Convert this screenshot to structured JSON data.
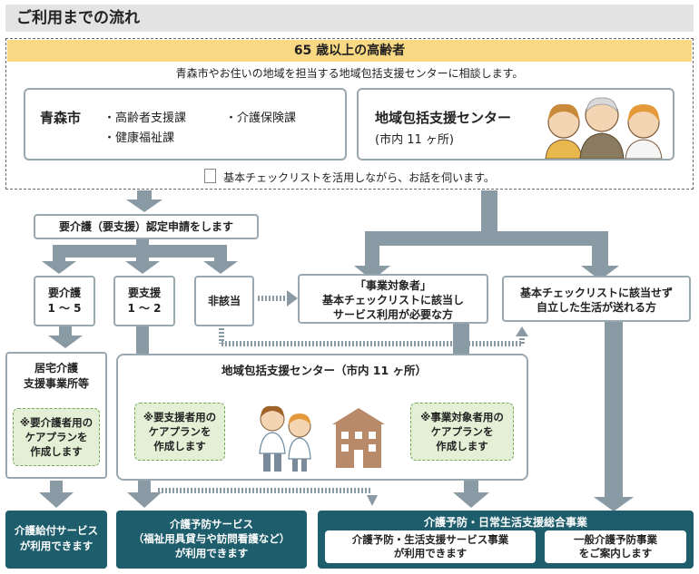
{
  "header": {
    "title": "ご利用までの流れ"
  },
  "top": {
    "band": "65 歳以上の高齢者",
    "subtext": "青森市やお住いの地域を担当する地域包括支援センターに相談します。",
    "city": {
      "name": "青森市",
      "items": [
        "・高齢者支援課",
        "・介護保険課",
        "・健康福祉課"
      ]
    },
    "center": {
      "name": "地域包括支援センター",
      "count": "(市内 11 ヶ所)"
    },
    "checklist_note": "基本チェックリストを活用しながら、お話を伺います。"
  },
  "flow": {
    "application": "要介護（要支援）認定申請をします",
    "care_need": [
      "要介護",
      "1 ～ 5"
    ],
    "support_need": [
      "要支援",
      "1 ～ 2"
    ],
    "not_applicable": "非該当",
    "target": [
      "「事業対象者」",
      "基本チェックリストに該当し",
      "サービス利用が必要な方"
    ],
    "independent": [
      "基本チェックリストに該当せず",
      "自立した生活が送れる方"
    ],
    "home_care_office": [
      "居宅介護",
      "支援事業所等"
    ],
    "care_plan_care": [
      "※要介護者用の",
      "ケアプランを",
      "作成します"
    ],
    "center_title": "地域包括支援センター（市内 11 ヶ所）",
    "care_plan_support": [
      "※要支援者用の",
      "ケアプランを",
      "作成します"
    ],
    "care_plan_target": [
      "※事業対象者用の",
      "ケアプランを",
      "作成します"
    ]
  },
  "services": {
    "benefit": [
      "介護給付サービス",
      "が利用できます"
    ],
    "prevention": [
      "介護予防サービス",
      "（福祉用具貸与や訪問看護など）",
      "が利用できます"
    ],
    "integrated_title": "介護予防・日常生活支援総合事業",
    "integrated_left": [
      "介護予防・生活支援サービス事業",
      "が利用できます"
    ],
    "integrated_right": [
      "一般介護予防事業",
      "をご案内します"
    ]
  },
  "colors": {
    "arrow": "#8a9aa4",
    "teal": "#1d5d6c",
    "yellow": "#f9d983",
    "green": "#e4f0d6"
  }
}
